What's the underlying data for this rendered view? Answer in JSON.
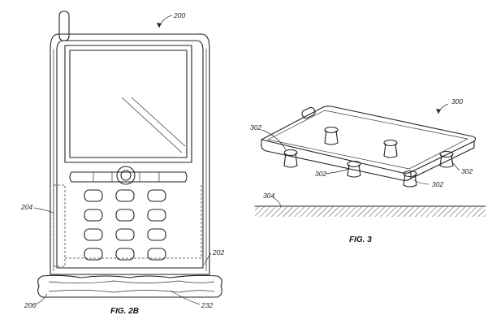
{
  "figures": {
    "fig2b": {
      "label": "FIG. 2B",
      "refs": {
        "device": "200",
        "pad_area": "204",
        "case": "202",
        "bumper_left": "206",
        "bumper_right": "232"
      }
    },
    "fig3": {
      "label": "FIG. 3",
      "refs": {
        "device": "300",
        "suction_top_left": "302",
        "suction_mid_left": "302",
        "suction_mid_right": "302",
        "suction_right": "302",
        "surface": "304"
      }
    }
  },
  "colors": {
    "line": "#222222",
    "background": "#ffffff"
  }
}
